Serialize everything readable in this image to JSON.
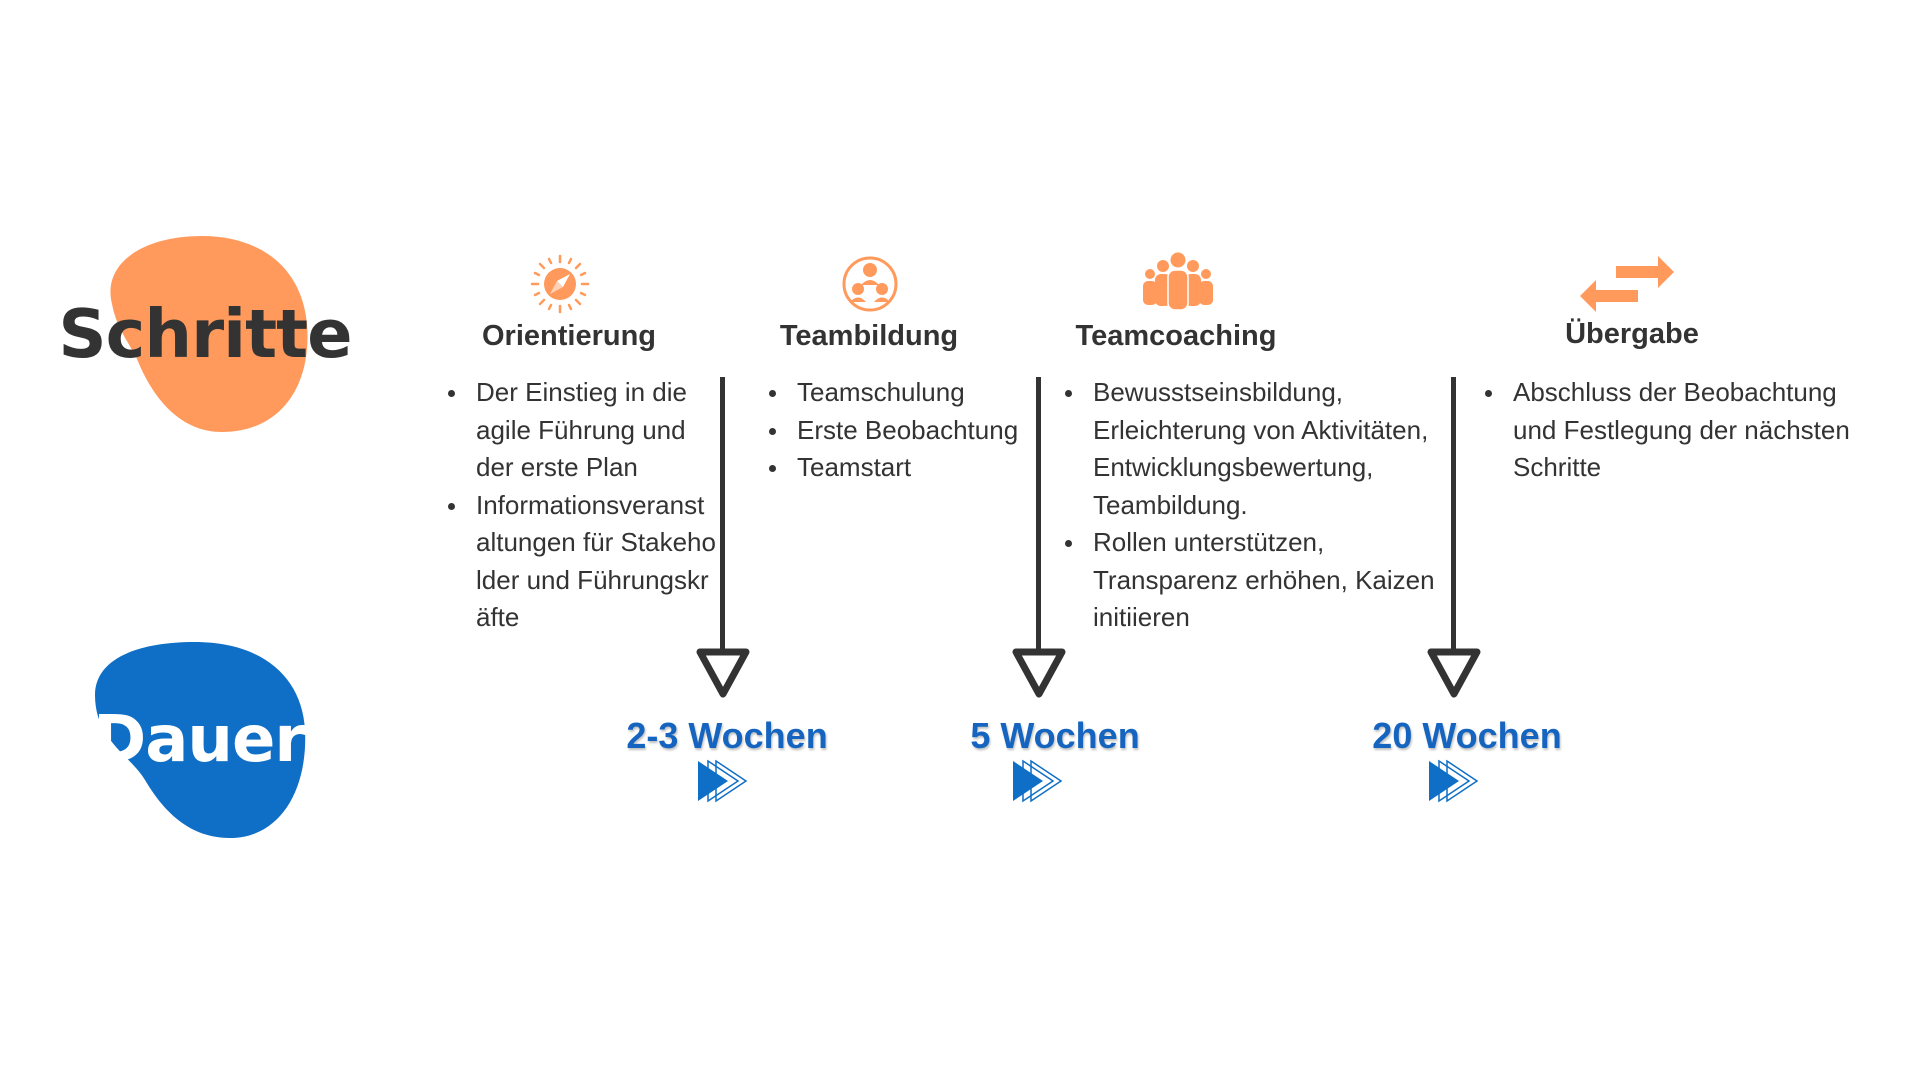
{
  "colors": {
    "orange": "#ff9a5c",
    "blue": "#0f6fc6",
    "dark": "#333333",
    "duration_blue": "#1565c0"
  },
  "labels": {
    "schritte": "Schritte",
    "dauer": "Dauer"
  },
  "steps": [
    {
      "icon": "compass-icon",
      "title": "Orientierung",
      "bullets": [
        "Der Einstieg in die agile Führung und der erste Plan",
        "Informationsveranstaltungen für Stakeholder und Führungskräfte"
      ]
    },
    {
      "icon": "team-network-icon",
      "title": "Teambildung",
      "bullets": [
        "Teamschulung",
        "Erste Beobachtung",
        "Teamstart"
      ]
    },
    {
      "icon": "group-people-icon",
      "title": "Teamcoaching",
      "bullets": [
        "Bewusstseinsbildung, Erleichterung von Aktivitäten, Entwicklungsbewertung, Teambildung.",
        "Rollen unterstützen, Transparenz erhöhen, Kaizen initiieren"
      ]
    },
    {
      "icon": "exchange-arrows-icon",
      "title": "Übergabe",
      "bullets": [
        "Abschluss der Beobachtung und Festlegung der nächsten Schritte"
      ]
    }
  ],
  "durations": [
    {
      "label": "2-3 Wochen",
      "icon": "fast-forward-icon"
    },
    {
      "label": "5 Wochen",
      "icon": "fast-forward-icon"
    },
    {
      "label": "20 Wochen",
      "icon": "fast-forward-icon"
    }
  ]
}
